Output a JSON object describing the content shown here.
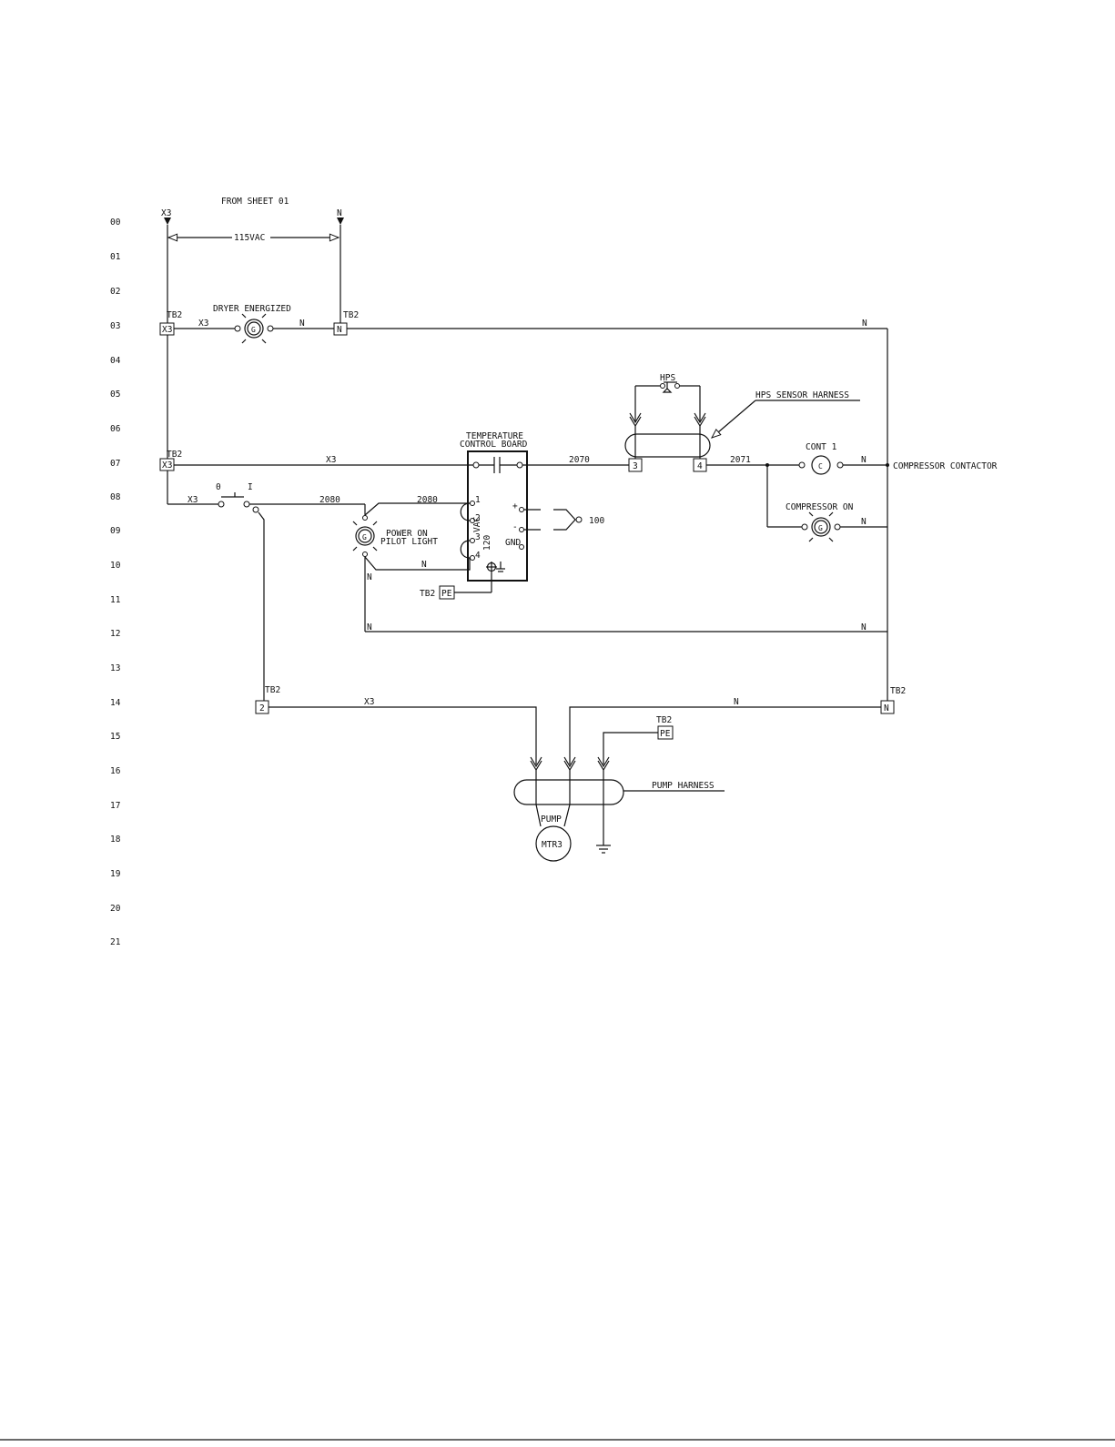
{
  "rows": [
    "00",
    "01",
    "02",
    "03",
    "04",
    "05",
    "06",
    "07",
    "08",
    "09",
    "10",
    "11",
    "12",
    "13",
    "14",
    "15",
    "16",
    "17",
    "18",
    "19",
    "20",
    "21"
  ],
  "header": {
    "from_sheet": "FROM SHEET 01",
    "line_x3": "X3",
    "line_n": "N",
    "voltage": "115VAC"
  },
  "tb2": "TB2",
  "terminals": {
    "x3": "X3",
    "n": "N",
    "t3": "3",
    "t4": "4",
    "t2": "2",
    "pe": "PE"
  },
  "lamps": {
    "dryer_energized": "DRYER ENERGIZED",
    "power_on_1": "POWER ON",
    "power_on_2": "PILOT LIGHT",
    "compressor_on": "COMPRESSOR ON",
    "lamp_letter": "G"
  },
  "wires": {
    "x3": "X3",
    "n": "N",
    "w2070": "2070",
    "w2071": "2071",
    "w2080": "2080",
    "w100": "100"
  },
  "switch": {
    "off": "0",
    "on": "I"
  },
  "board": {
    "title_1": "TEMPERATURE",
    "title_2": "CONTROL BOARD",
    "vac_1": "120",
    "vac_2": "VAC",
    "pins": [
      "1",
      "2",
      "3",
      "4"
    ],
    "plus": "+",
    "minus": "-",
    "gnd": "GND"
  },
  "hps": {
    "label": "HPS",
    "harness": "HPS SENSOR HARNESS"
  },
  "cont": {
    "label": "CONT 1",
    "coil": "C",
    "compressor_contactor": "COMPRESSOR CONTACTOR"
  },
  "pump": {
    "harness": "PUMP HARNESS",
    "label": "PUMP",
    "motor": "MTR3"
  }
}
